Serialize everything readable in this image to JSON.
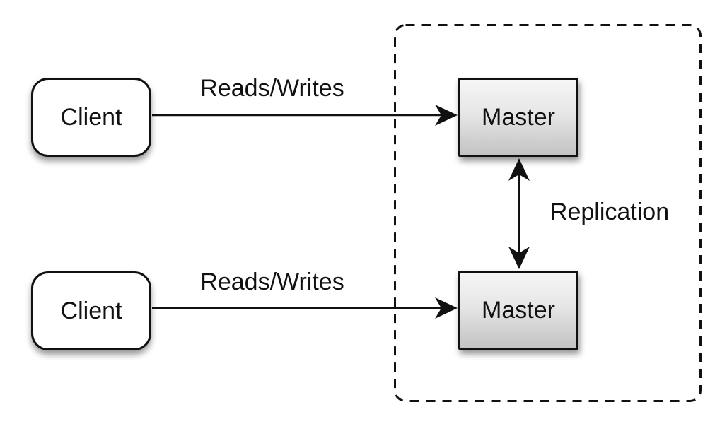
{
  "diagram": {
    "type": "architecture-diagram",
    "description": "Master-master replication topology with two clients",
    "nodes": {
      "client_top": {
        "label": "Client",
        "shape": "rounded-rect"
      },
      "client_bottom": {
        "label": "Client",
        "shape": "rounded-rect"
      },
      "master_top": {
        "label": "Master",
        "shape": "rect"
      },
      "master_bottom": {
        "label": "Master",
        "shape": "rect"
      }
    },
    "edges": {
      "reads_writes_top": {
        "label": "Reads/Writes",
        "from": "client_top",
        "to": "master_top",
        "direction": "one-way"
      },
      "reads_writes_bottom": {
        "label": "Reads/Writes",
        "from": "client_bottom",
        "to": "master_bottom",
        "direction": "one-way"
      },
      "replication": {
        "label": "Replication",
        "from": "master_top",
        "to": "master_bottom",
        "direction": "two-way"
      }
    },
    "groups": {
      "replication_zone": {
        "style": "dashed-rounded-rect",
        "contains": [
          "master_top",
          "master_bottom"
        ]
      }
    },
    "colors": {
      "stroke": "#111111",
      "background": "#ffffff",
      "client_fill": "#ffffff",
      "node_fill_top": "#f6f6f6",
      "node_fill_bottom": "#c3c3c3"
    }
  }
}
